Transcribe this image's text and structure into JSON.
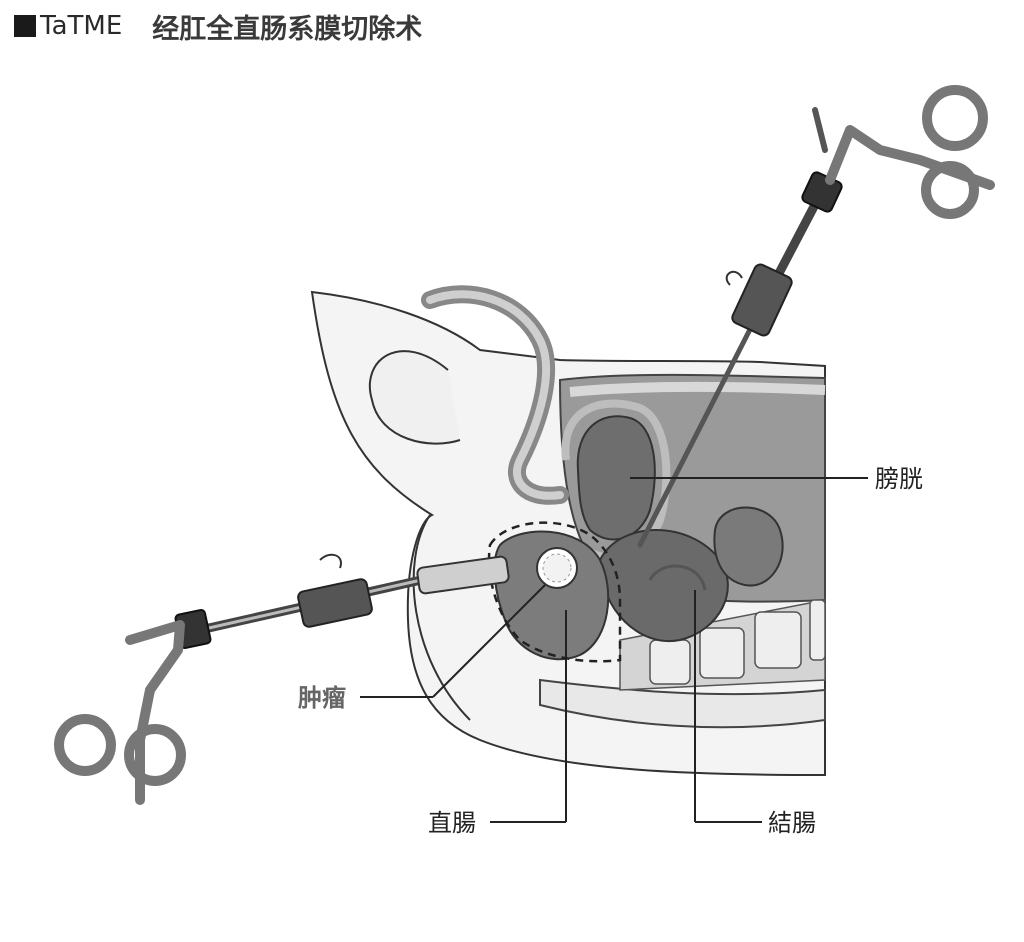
{
  "header": {
    "code": "TaTME",
    "title": "经肛全直肠系膜切除术"
  },
  "labels": {
    "bladder": "膀胱",
    "tumor": "肿瘤",
    "rectum": "直腸",
    "colon": "結腸"
  }
}
